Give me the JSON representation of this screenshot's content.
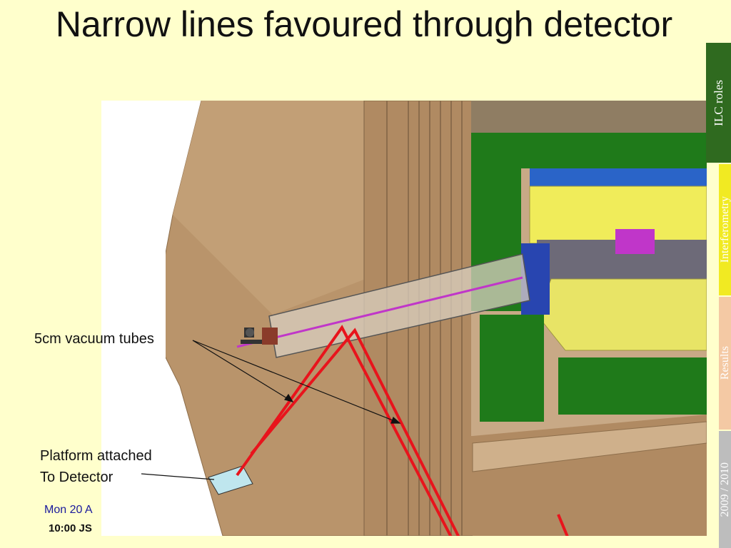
{
  "slide": {
    "title": "Narrow lines favoured through detector"
  },
  "annotations": {
    "vacuum_tubes": "5cm vacuum tubes",
    "platform_line1": "Platform attached",
    "platform_line2": "To Detector"
  },
  "footer": {
    "date": "Mon 20 A",
    "time": "10:00 JS"
  },
  "side_tabs": [
    {
      "label": "ILC roles",
      "color": "#2f6a1f"
    },
    {
      "label": "Interferometry",
      "color": "#f1ea22"
    },
    {
      "label": "Results",
      "color": "#f4c9a4"
    },
    {
      "label": "2009 / 2010",
      "color": "#bdbdbd"
    }
  ],
  "colors": {
    "background": "#ffffcc",
    "laser_lines": "#e8141c",
    "detector_body": "#b9946b",
    "detector_green": "#1f7a1a",
    "detector_yellow": "#f0ec5a"
  }
}
